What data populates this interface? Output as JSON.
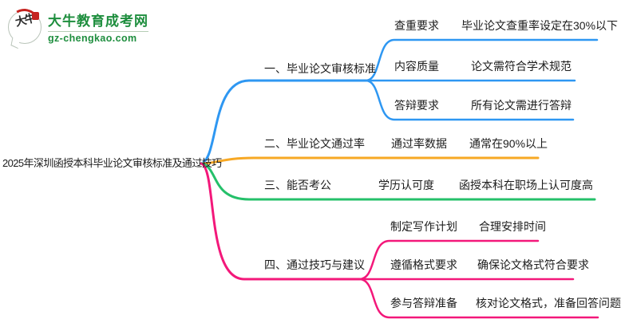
{
  "logo": {
    "badge_text": "大牛",
    "title": "大牛教育成考网",
    "url": "gz-chengkao.com",
    "brand_green": "#1E8E3E",
    "seal_red": "#C5231F"
  },
  "central": {
    "label": "2025年深圳函授本科毕业论文审核标准及通过技巧"
  },
  "branches": [
    {
      "label": "一、毕业论文审核标准",
      "color": "#2E97F2",
      "children": [
        {
          "label": "查重要求",
          "value": "毕业论文查重率设定在30%以下"
        },
        {
          "label": "内容质量",
          "value": "论文需符合学术规范"
        },
        {
          "label": "答辩要求",
          "value": "所有论文需进行答辩"
        }
      ]
    },
    {
      "label": "二、毕业论文通过率",
      "color": "#F7A824",
      "children": [
        {
          "label": "通过率数据",
          "value": "通常在90%以上"
        }
      ]
    },
    {
      "label": "三、能否考公",
      "color": "#25C06A",
      "children": [
        {
          "label": "学历认可度",
          "value": "函授本科在职场上认可度高"
        }
      ]
    },
    {
      "label": "四、通过技巧与建议",
      "color": "#F3187A",
      "children": [
        {
          "label": "制定写作计划",
          "value": "合理安排时间"
        },
        {
          "label": "遵循格式要求",
          "value": "确保论文格式符合要求"
        },
        {
          "label": "参与答辩准备",
          "value": "核对论文格式，准备回答问题"
        }
      ]
    }
  ]
}
